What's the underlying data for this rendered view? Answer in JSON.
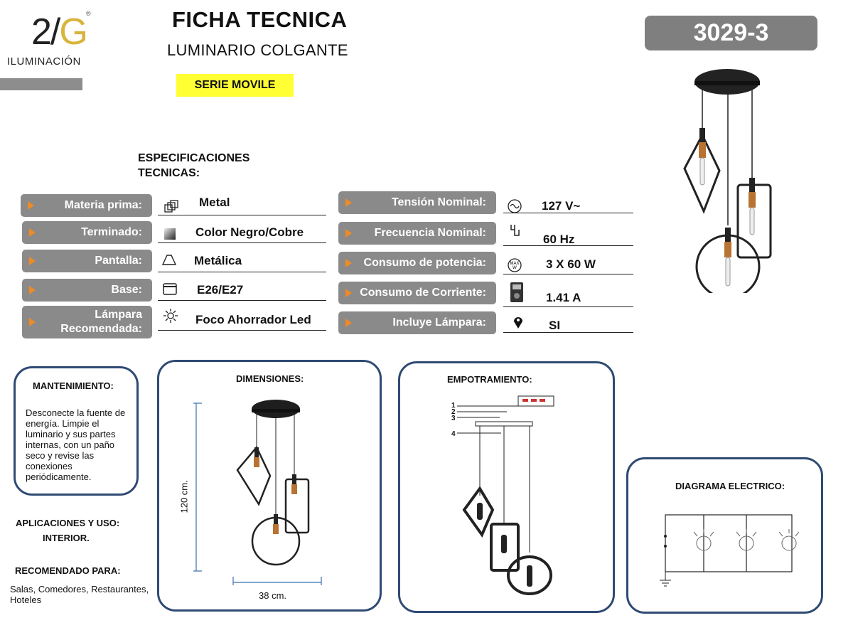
{
  "logo": {
    "mark_two": "2",
    "mark_slash": "/",
    "mark_g": "G",
    "registered": "®",
    "wordmark": "ILUMINACIÓN"
  },
  "header": {
    "title": "FICHA TECNICA",
    "subtitle": "LUMINARIO COLGANTE",
    "series": "SERIE MOVILE",
    "code": "3029-3"
  },
  "specs_heading": "ESPECIFICACIONES TECNICAS:",
  "specs_left": [
    {
      "label": "Materia prima:",
      "value": "Metal",
      "icon": "material-icon"
    },
    {
      "label": "Terminado:",
      "value": "Color Negro/Cobre",
      "icon": "finish-icon"
    },
    {
      "label": "Pantalla:",
      "value": "Metálica",
      "icon": "shade-icon"
    },
    {
      "label": "Base:",
      "value": "E26/E27",
      "icon": "base-icon"
    },
    {
      "label": "Lámpara Recomendada:",
      "value": "Foco Ahorrador Led",
      "icon": "bulb-icon"
    }
  ],
  "specs_right": [
    {
      "label": "Tensión Nominal:",
      "value": "127 V~",
      "icon": "voltage-icon"
    },
    {
      "label": "Frecuencia Nominal:",
      "value": "60 Hz",
      "icon": "frequency-icon"
    },
    {
      "label": "Consumo de potencia:",
      "value": "3 X 60 W",
      "icon": "power-icon"
    },
    {
      "label": "Consumo de Corriente:",
      "value": "1.41 A",
      "icon": "current-icon"
    },
    {
      "label": "Incluye Lámpara:",
      "value": "SI",
      "icon": "lamp-included-icon"
    }
  ],
  "maintenance": {
    "title": "MANTENIMIENTO:",
    "text": "Desconecte la fuente de energía. Limpie el luminario y sus partes internas, con un paño seco y revise las conexiones periódicamente."
  },
  "applications": {
    "title": "APLICACIONES Y USO:",
    "value": "INTERIOR."
  },
  "recommended": {
    "title": "RECOMENDADO PARA:",
    "value": "Salas, Comedores, Restaurantes, Hoteles"
  },
  "dimensions": {
    "title": "DIMENSIONES:",
    "height": "120 cm.",
    "width": "38 cm."
  },
  "mounting": {
    "title": "EMPOTRAMIENTO:",
    "labels": [
      "1",
      "2",
      "3",
      "4"
    ]
  },
  "electrical": {
    "title": "DIAGRAMA ELECTRICO:"
  },
  "colors": {
    "pill": "#8a8a8a",
    "arrow": "#f08a24",
    "box_border": "#2f4a73",
    "series_bg": "#ffff33",
    "code_bg": "#7f7f7f",
    "copper": "#b87333",
    "logo_gold": "#d8b43a"
  }
}
